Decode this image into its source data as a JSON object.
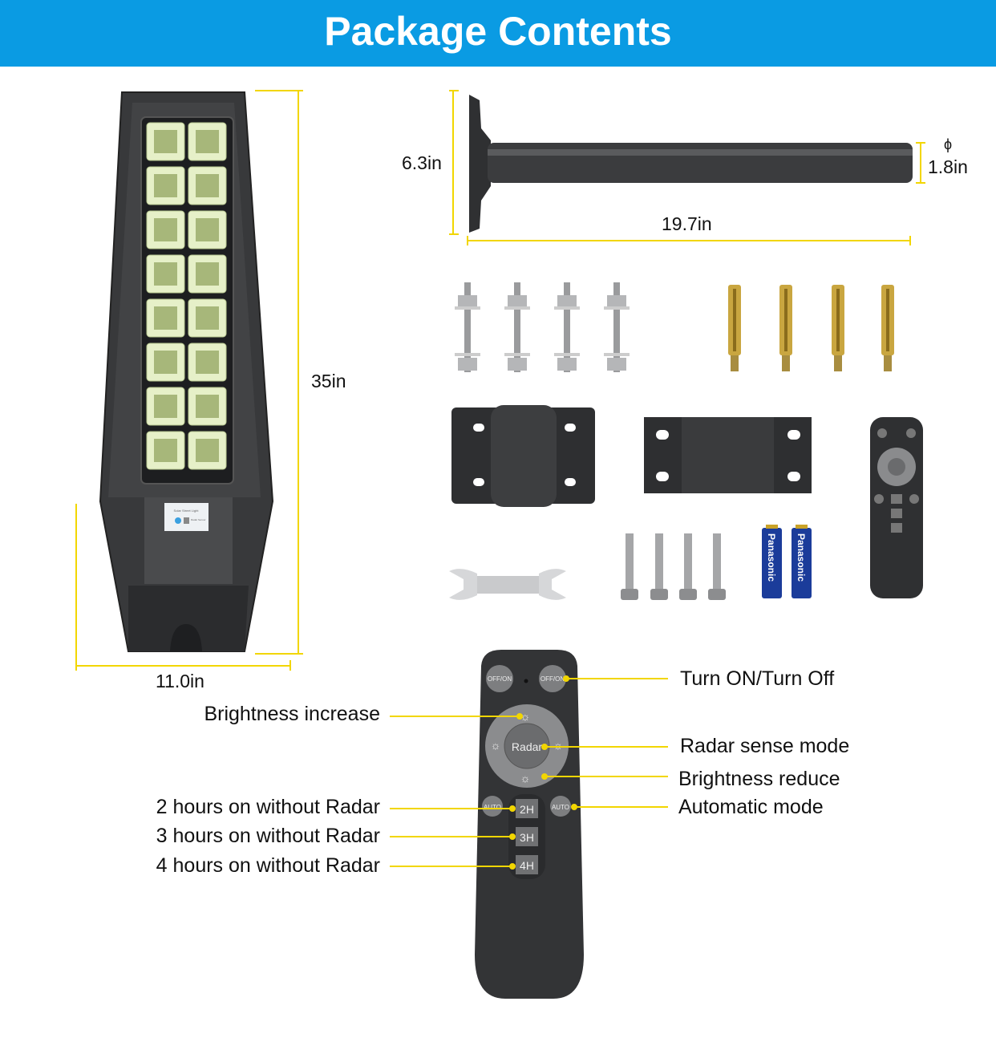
{
  "header": {
    "title": "Package Contents"
  },
  "colors": {
    "banner": "#0a9be3",
    "dimension_line": "#f2d600",
    "product": "#3a3a3c"
  },
  "lamp": {
    "height": "35in",
    "width": "11.0in",
    "label_title": "Solar Street Light",
    "label_sensor": "Radar Sensor"
  },
  "pole": {
    "plate_height": "6.3in",
    "length": "19.7in",
    "diameter_symbol": "ϕ",
    "diameter": "1.8in"
  },
  "remote_buttons": {
    "off_on": "OFF/ON",
    "radar": "Radar",
    "auto": "AUTO",
    "h2": "2H",
    "h3": "3H",
    "h4": "4H"
  },
  "batteries": {
    "brand": "Panasonic"
  },
  "callouts": {
    "turn_on_off": "Turn ON/Turn Off",
    "brightness_increase": "Brightness increase",
    "radar_mode": "Radar sense mode",
    "brightness_reduce": "Brightness reduce",
    "automatic": "Automatic mode",
    "h2": "2 hours on without Radar",
    "h3": "3 hours on without Radar",
    "h4": "4 hours on without Radar"
  }
}
